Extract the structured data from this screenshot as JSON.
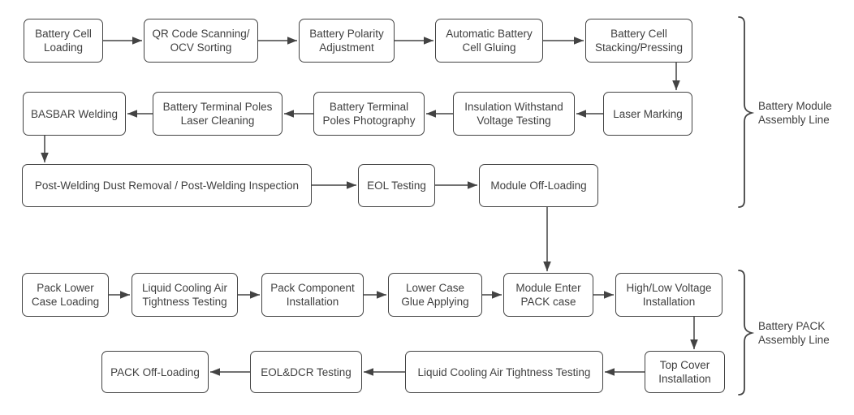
{
  "diagram_type": "flowchart",
  "colors": {
    "background": "#ffffff",
    "line": "#434343",
    "text": "#3f3f3f",
    "node_fill": "#ffffff"
  },
  "module_line": {
    "bracket_label": "Battery Module\nAssembly Line",
    "steps": {
      "battery_cell_loading": "Battery Cell\nLoading",
      "qr_code_scanning_ocv_sorting": "QR Code Scanning/\nOCV Sorting",
      "battery_polarity_adjustment": "Battery Polarity\nAdjustment",
      "automatic_battery_cell_gluing": "Automatic Battery\nCell Gluing",
      "battery_cell_stacking_pressing": "Battery Cell\nStacking/Pressing",
      "laser_marking": "Laser Marking",
      "insulation_withstand_voltage_testing": "Insulation Withstand\nVoltage Testing",
      "battery_terminal_poles_photography": "Battery Terminal\nPoles Photography",
      "battery_terminal_poles_laser_cleaning": "Battery Terminal Poles\nLaser Cleaning",
      "basbar_welding": "BASBAR Welding",
      "post_welding_dust_removal_inspection": "Post-Welding Dust Removal / Post-Welding Inspection",
      "eol_testing": "EOL Testing",
      "module_off_loading": "Module Off-Loading"
    },
    "sequence": [
      "battery_cell_loading",
      "qr_code_scanning_ocv_sorting",
      "battery_polarity_adjustment",
      "automatic_battery_cell_gluing",
      "battery_cell_stacking_pressing",
      "laser_marking",
      "insulation_withstand_voltage_testing",
      "battery_terminal_poles_photography",
      "battery_terminal_poles_laser_cleaning",
      "basbar_welding",
      "post_welding_dust_removal_inspection",
      "eol_testing",
      "module_off_loading"
    ]
  },
  "pack_line": {
    "bracket_label": "Battery PACK\nAssembly Line",
    "steps": {
      "pack_lower_case_loading": "Pack Lower\nCase Loading",
      "liquid_cooling_air_tightness_testing": "Liquid Cooling Air\nTightness Testing",
      "pack_component_installation": "Pack Component\nInstallation",
      "lower_case_glue_applying": "Lower Case\nGlue Applying",
      "module_enter_pack_case": "Module Enter\nPACK case",
      "high_low_voltage_installation": "High/Low Voltage\nInstallation",
      "top_cover_installation": "Top Cover\nInstallation",
      "liquid_cooling_air_tightness_testing_2": "Liquid Cooling Air Tightness Testing",
      "eol_dcr_testing": "EOL&DCR Testing",
      "pack_off_loading": "PACK Off-Loading"
    },
    "sequence": [
      "pack_lower_case_loading",
      "liquid_cooling_air_tightness_testing",
      "pack_component_installation",
      "lower_case_glue_applying",
      "module_enter_pack_case",
      "high_low_voltage_installation",
      "top_cover_installation",
      "liquid_cooling_air_tightness_testing_2",
      "eol_dcr_testing",
      "pack_off_loading"
    ]
  },
  "cross_line_connection": {
    "from": "module_off_loading",
    "to": "module_enter_pack_case"
  }
}
